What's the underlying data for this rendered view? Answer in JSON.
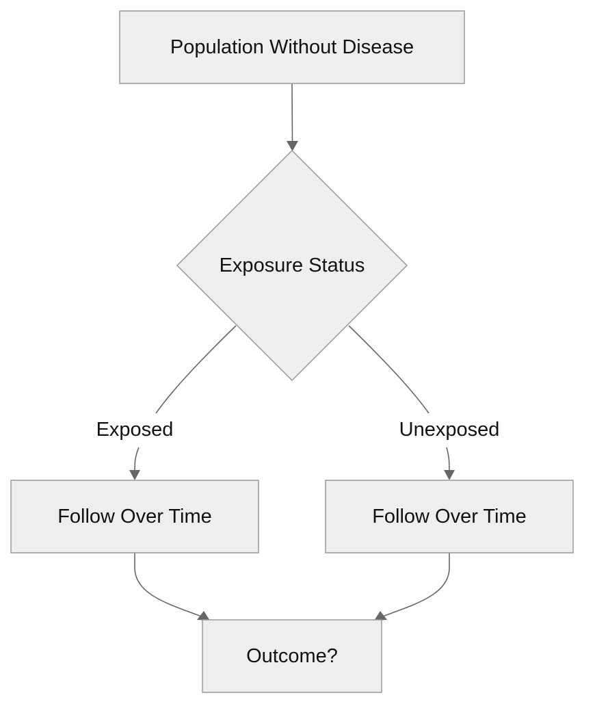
{
  "nodes": {
    "population": {
      "label": "Population Without Disease"
    },
    "exposure": {
      "label": "Exposure Status"
    },
    "follow_exposed": {
      "label": "Follow Over Time"
    },
    "follow_unexposed": {
      "label": "Follow Over Time"
    },
    "outcome": {
      "label": "Outcome?"
    }
  },
  "edges": {
    "exposed": {
      "label": "Exposed"
    },
    "unexposed": {
      "label": "Unexposed"
    }
  },
  "colors": {
    "node_fill": "#eeeeee",
    "node_stroke": "#999999",
    "edge": "#666666",
    "text": "#111111"
  }
}
